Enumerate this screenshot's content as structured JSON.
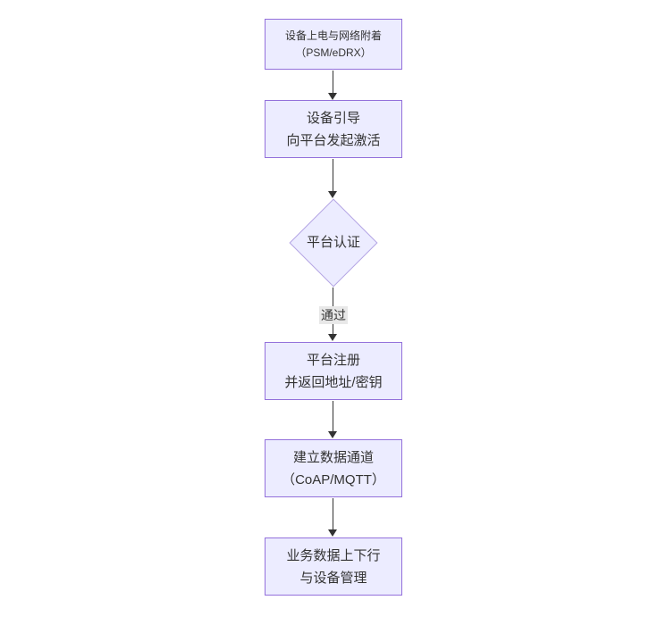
{
  "diagram": {
    "type": "flowchart",
    "direction": "top-down",
    "colors": {
      "canvas_bg": "#FFFFFF",
      "node_fill": "#ECECFF",
      "node_border": "#9370DB",
      "decision_border": "#B3A3E3",
      "arrow": "#333333",
      "text": "#333333",
      "edge_label_bg": "#E8E8E8"
    },
    "nodes": [
      {
        "shape": "rect",
        "lines": [
          "设备上电与网络附着",
          "（PSM/eDRX）"
        ]
      },
      {
        "shape": "rect",
        "lines": [
          "设备引导",
          "向平台发起激活"
        ]
      },
      {
        "shape": "diamond",
        "lines": [
          "平台认证"
        ]
      },
      {
        "shape": "rect",
        "lines": [
          "平台注册",
          "并返回地址/密钥"
        ]
      },
      {
        "shape": "rect",
        "lines": [
          "建立数据通道",
          "（CoAP/MQTT）"
        ]
      },
      {
        "shape": "rect",
        "lines": [
          "业务数据上下行",
          "与设备管理"
        ]
      }
    ],
    "edges": [
      {
        "from": 0,
        "to": 1,
        "label": ""
      },
      {
        "from": 1,
        "to": 2,
        "label": ""
      },
      {
        "from": 2,
        "to": 3,
        "label": "通过"
      },
      {
        "from": 3,
        "to": 4,
        "label": ""
      },
      {
        "from": 4,
        "to": 5,
        "label": ""
      }
    ]
  }
}
